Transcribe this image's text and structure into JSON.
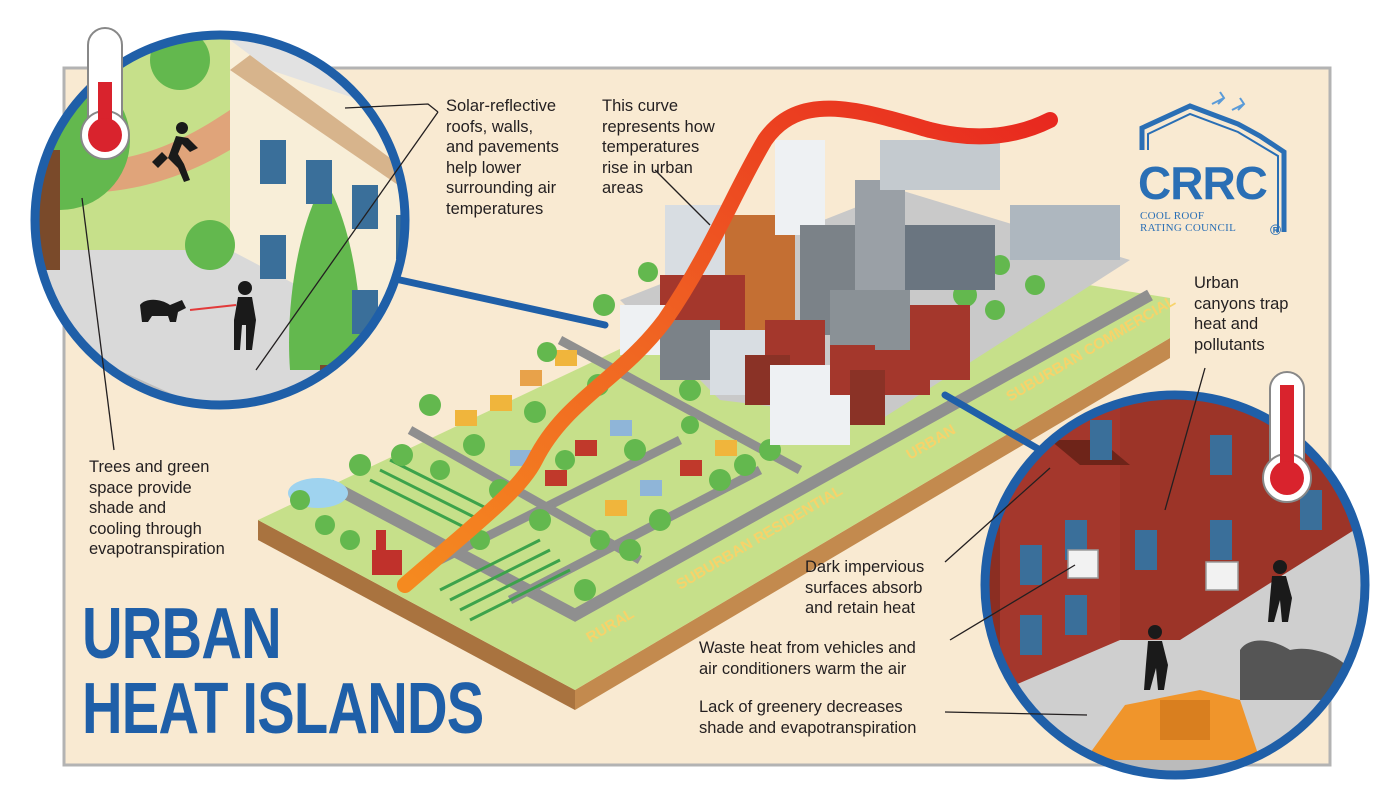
{
  "title": {
    "line1": "URBAN",
    "line2": "HEAT ISLANDS"
  },
  "logo": {
    "name": "CRRC",
    "subline1": "COOL ROOF",
    "subline2": "RATING COUNCIL",
    "reg": "®"
  },
  "zones": {
    "rural": "RURAL",
    "suburban_residential": "SUBURBAN RESIDENTIAL",
    "urban": "URBAN",
    "suburban_commercial": "SUBURBAN COMMERCIAL"
  },
  "callouts": {
    "solar_reflective": [
      "Solar-reflective",
      "roofs, walls,",
      "and pavements",
      "help lower",
      "surrounding air",
      "temperatures"
    ],
    "curve": [
      "This curve",
      "represents how",
      "temperatures",
      "rise in urban",
      "areas"
    ],
    "trees": [
      "Trees and green",
      "space provide",
      "shade and",
      "cooling through",
      "evapotranspiration"
    ],
    "canyons": [
      "Urban",
      "canyons trap",
      "heat and",
      "pollutants"
    ],
    "dark_surfaces": [
      "Dark impervious",
      "surfaces absorb",
      "and retain heat"
    ],
    "waste_heat": [
      "Waste heat from vehicles and",
      "air conditioners warm the air"
    ],
    "greenery": [
      "Lack of greenery decreases",
      "shade and evapotranspiration"
    ]
  },
  "colors": {
    "frame_bg": "#f9ead2",
    "frame_border": "#b3b3b3",
    "circle_border": "#1f5fa8",
    "grass": "#c6e08a",
    "soil": "#c38a4e",
    "road": "#8f8f8f",
    "tree": "#63b84e",
    "brick": "#a4372c",
    "curve_hot": "#e8271f",
    "curve_warm": "#f58a1f",
    "logo": "#2a6fb5",
    "thermo_red": "#d9232d"
  },
  "icons": [
    "thermometer-icon",
    "running-person-icon",
    "person-walking-dog-icon",
    "walking-person-icon",
    "air-conditioner-icon",
    "delivery-truck-icon",
    "house-roof-logo-icon"
  ]
}
